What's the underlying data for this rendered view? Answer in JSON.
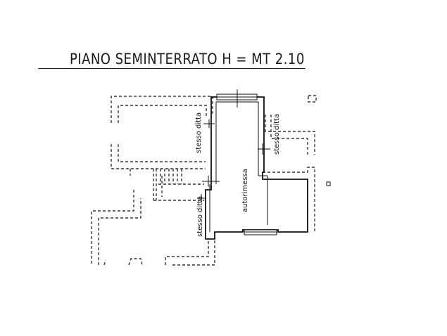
{
  "title": "PIANO SEMINTERRATO H = MT 2.10",
  "rooms": [
    {
      "label": "stesso ditta"
    },
    {
      "label": "stesso ditta"
    },
    {
      "label": "autorimessa"
    },
    {
      "label": "stesso ditta"
    }
  ]
}
